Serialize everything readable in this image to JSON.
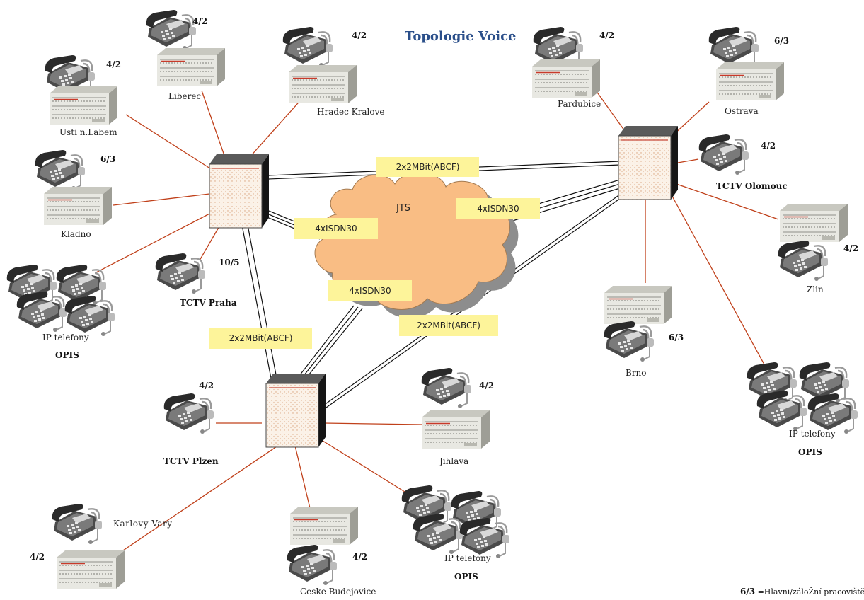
{
  "title": "Topologie Voice",
  "cloud": {
    "label": "JTS"
  },
  "links": [
    {
      "id": "praha-olomouc",
      "label": "2x2MBit(ABCF)"
    },
    {
      "id": "olomouc-jts",
      "label": "4xISDN30"
    },
    {
      "id": "praha-jts",
      "label": "4xISDN30"
    },
    {
      "id": "plzen-jts",
      "label": "4xISDN30"
    },
    {
      "id": "plzen-olomouc",
      "label": "2x2MBit(ABCF)"
    },
    {
      "id": "praha-plzen",
      "label": "2x2MBit(ABCF)"
    }
  ],
  "sites": [
    {
      "id": "usti",
      "name": "Usti n.Labem",
      "ratio": "4/2"
    },
    {
      "id": "liberec",
      "name": "Liberec",
      "ratio": "4/2"
    },
    {
      "id": "hradec",
      "name": "Hradec Kralove",
      "ratio": "4/2"
    },
    {
      "id": "kladno",
      "name": "Kladno",
      "ratio": "6/3"
    },
    {
      "id": "praha",
      "name": "TCTV Praha",
      "ratio": "10/5"
    },
    {
      "id": "opis-praha",
      "name": "IP telefony",
      "sub": "OPIS"
    },
    {
      "id": "pardubice",
      "name": "Pardubice",
      "ratio": "4/2"
    },
    {
      "id": "ostrava",
      "name": "Ostrava",
      "ratio": "6/3"
    },
    {
      "id": "olomouc",
      "name": "TCTV Olomouc",
      "ratio": "4/2"
    },
    {
      "id": "zlin",
      "name": "Zlin",
      "ratio": "4/2"
    },
    {
      "id": "brno",
      "name": "Brno",
      "ratio": "6/3"
    },
    {
      "id": "opis-olomouc",
      "name": "IP telefony",
      "sub": "OPIS"
    },
    {
      "id": "plzen",
      "name": "TCTV Plzen",
      "ratio": "4/2"
    },
    {
      "id": "jihlava",
      "name": "Jihlava",
      "ratio": "4/2"
    },
    {
      "id": "karlovy",
      "name": "Karlovy Vary",
      "ratio": "4/2"
    },
    {
      "id": "budejovice",
      "name": "Ceske Budejovice",
      "ratio": "4/2"
    },
    {
      "id": "opis-plzen",
      "name": "IP telefony",
      "sub": "OPIS"
    }
  ],
  "legend": {
    "key": "6/3",
    "text": "=Hlavni/záloŽní pracovištĕ"
  },
  "colors": {
    "title": "#2b4f8a",
    "link_box": "#fdf49a",
    "cloud": "#f9bd84",
    "spoke": "#c0401a",
    "trunk": "#111111"
  }
}
